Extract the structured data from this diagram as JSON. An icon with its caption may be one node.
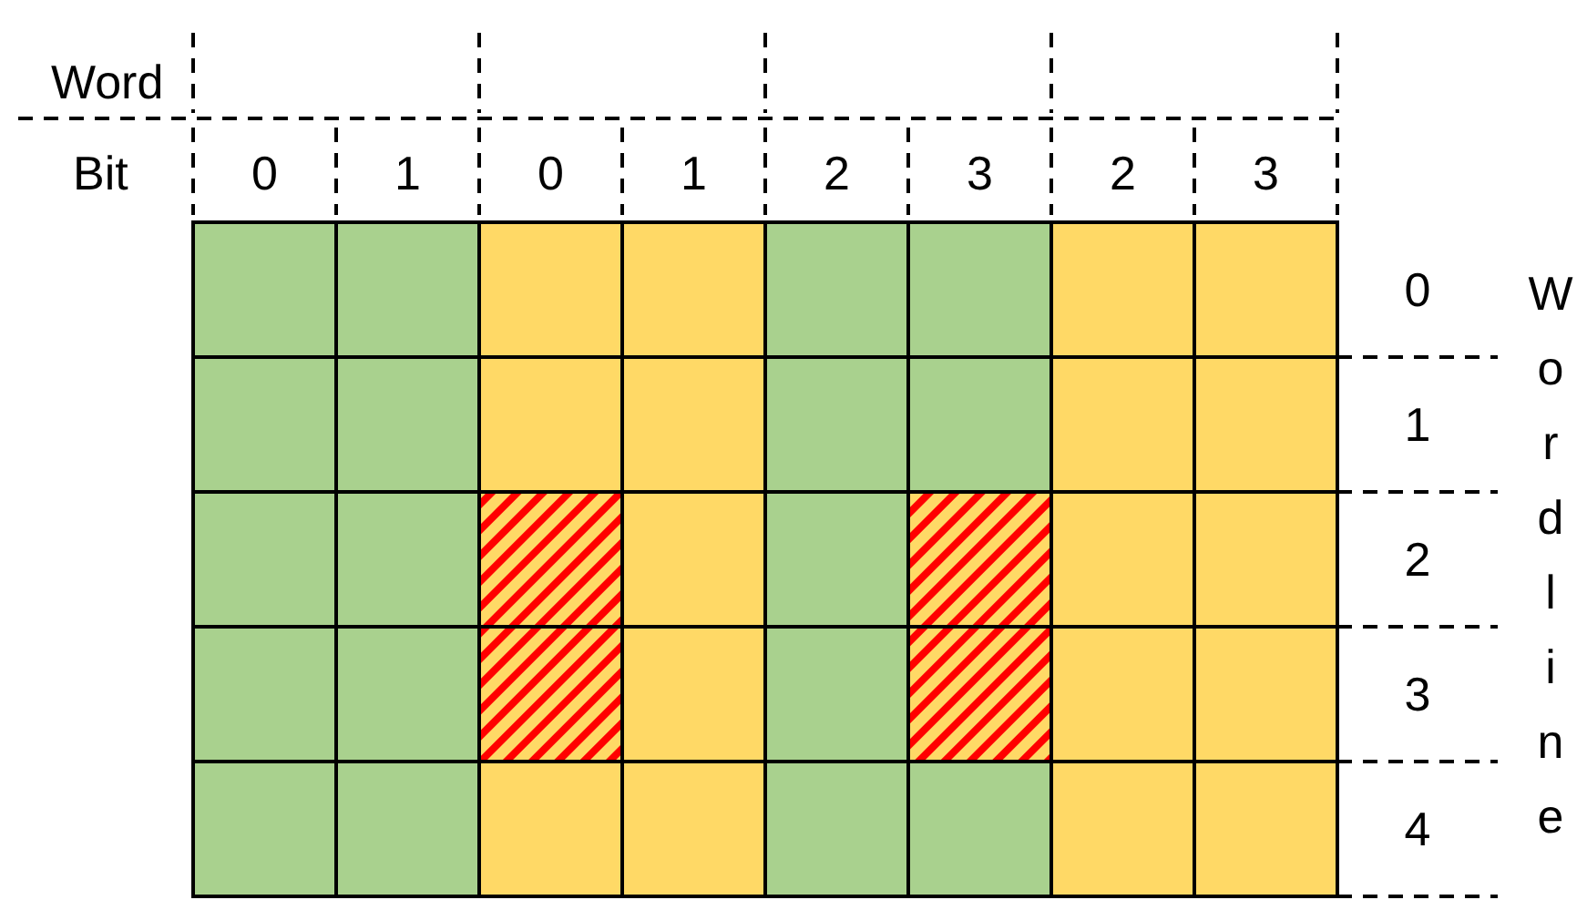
{
  "diagram": {
    "labels": [
      "Word",
      "Bit",
      "0",
      "1",
      "0",
      "1",
      "2",
      "3",
      "2",
      "3",
      "0",
      "1",
      "2",
      "3",
      "4",
      "Wordline"
    ]
  }
}
